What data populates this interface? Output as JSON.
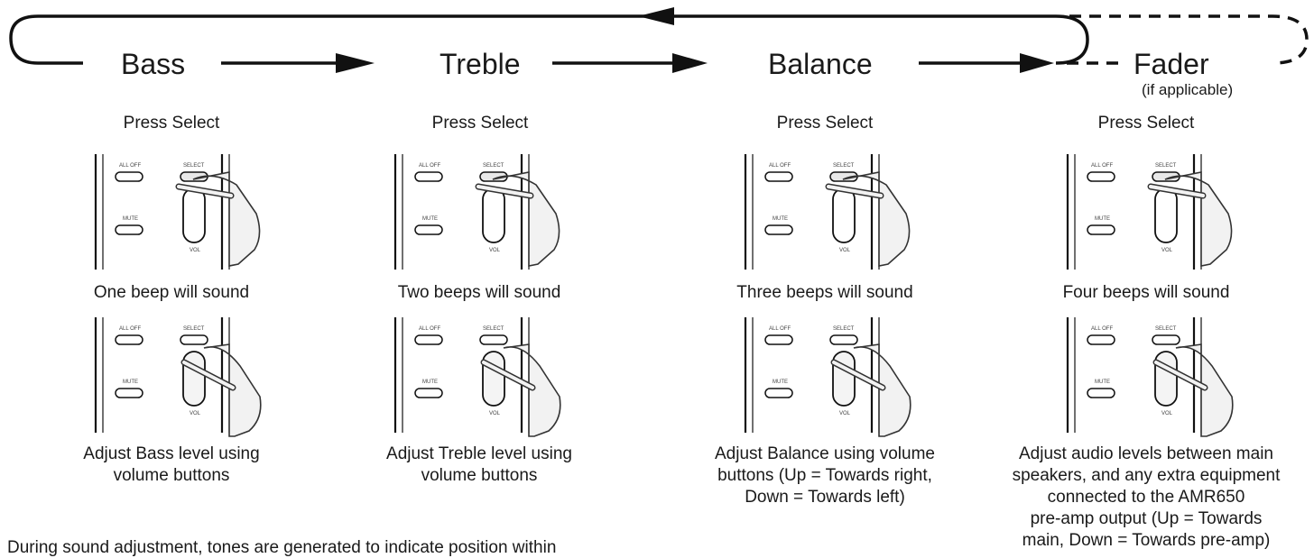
{
  "stages": [
    {
      "title": "Bass",
      "subtitle": "",
      "press": "Press Select",
      "beeps": "One beep will sound",
      "adjust": [
        "Adjust Bass level using",
        "volume buttons"
      ]
    },
    {
      "title": "Treble",
      "subtitle": "",
      "press": "Press Select",
      "beeps": "Two beeps will sound",
      "adjust": [
        "Adjust Treble level using",
        "volume buttons"
      ]
    },
    {
      "title": "Balance",
      "subtitle": "",
      "press": "Press Select",
      "beeps": "Three beeps will sound",
      "adjust": [
        "Adjust Balance using volume",
        "buttons (Up = Towards right,",
        "Down = Towards left)"
      ]
    },
    {
      "title": "Fader",
      "subtitle": "(if applicable)",
      "press": "Press Select",
      "beeps": "Four beeps will sound",
      "adjust": [
        "Adjust audio levels between main",
        "speakers, and any extra equipment",
        "connected to the AMR650",
        "pre-amp output (Up = Towards",
        "main, Down = Towards pre-amp)"
      ]
    }
  ],
  "panel_labels": {
    "all_off": "ALL OFF",
    "select": "SELECT",
    "mute": "MUTE",
    "vol": "VOL"
  },
  "footer": "During sound adjustment, tones are generated to indicate position within"
}
